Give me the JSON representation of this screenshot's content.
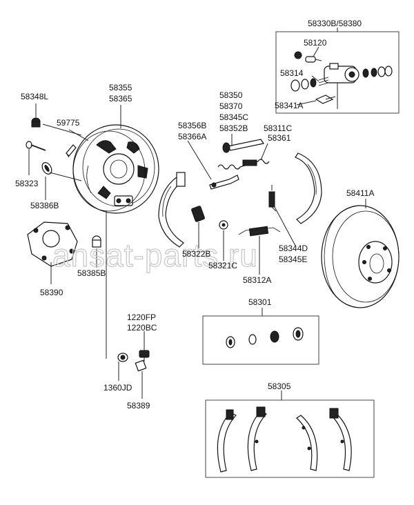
{
  "labels": {
    "l_58330b_58380": "58330B/58380",
    "l_58120": "58120",
    "l_58314": "58314",
    "l_58341a": "58341A",
    "l_58348l": "58348L",
    "l_58355": "58355",
    "l_58365": "58365",
    "l_58350": "58350",
    "l_58370": "58370",
    "l_58345c": "58345C",
    "l_58352b": "58352B",
    "l_59775": "59775",
    "l_58356b": "58356B",
    "l_58366a": "58366A",
    "l_58311c": "58311C",
    "l_58361": "58361",
    "l_58323": "58323",
    "l_58386b": "58386B",
    "l_58411a": "58411A",
    "l_58344d": "58344D",
    "l_58345e": "58345E",
    "l_58322b": "58322B",
    "l_58321c": "58321C",
    "l_58312a": "58312A",
    "l_58390": "58390",
    "l_58385b": "58385B",
    "l_58301": "58301",
    "l_1220fp": "1220FP",
    "l_1220bc": "1220BC",
    "l_1360jd": "1360JD",
    "l_58389": "58389",
    "l_58305": "58305"
  },
  "watermark": "ansat-parts.ru"
}
